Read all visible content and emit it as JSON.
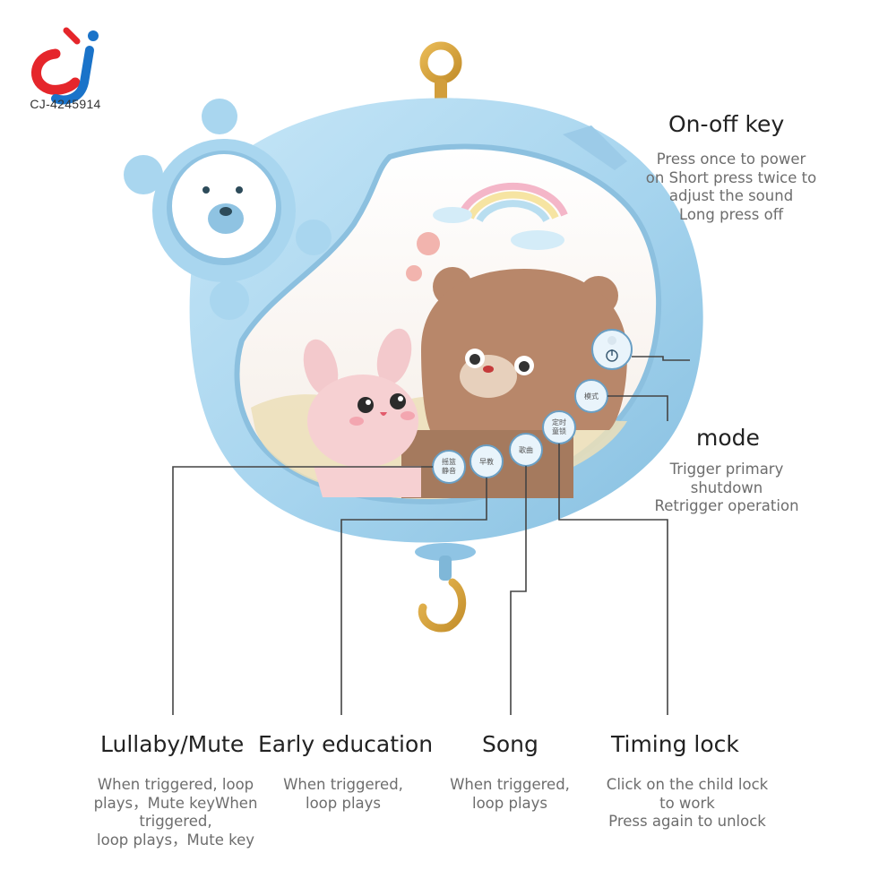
{
  "brand": {
    "sku": "CJ-4245914",
    "colors": {
      "red": "#e5262b",
      "blue": "#1a73c9"
    }
  },
  "product": {
    "buttons": {
      "power": "",
      "mode": "模式",
      "timing_lock": [
        "定时",
        "童锁"
      ],
      "song": "歌曲",
      "early_edu": "早教",
      "lullaby": [
        "摇篮",
        "静音"
      ]
    },
    "colors": {
      "shell": "#a9d6ef",
      "shell_dark": "#7fb7d8",
      "hook": "#d9a53f"
    }
  },
  "features": {
    "onoff": {
      "title": "On-off key",
      "desc": "Press once to power\non Short press twice to\nadjust the sound\nLong press off"
    },
    "mode": {
      "title": "mode",
      "desc": "Trigger primary\nshutdown\nRetrigger operation"
    },
    "lullaby": {
      "title": "Lullaby/Mute",
      "desc": "When triggered, loop\nplays，Mute keyWhen\ntriggered,\nloop plays，Mute key"
    },
    "early": {
      "title": "Early education",
      "desc": "When triggered,\nloop plays"
    },
    "song": {
      "title": "Song",
      "desc": "When triggered,\nloop plays"
    },
    "timing": {
      "title": "Timing lock",
      "desc": "Click on the child lock\nto work\nPress again to unlock"
    }
  }
}
